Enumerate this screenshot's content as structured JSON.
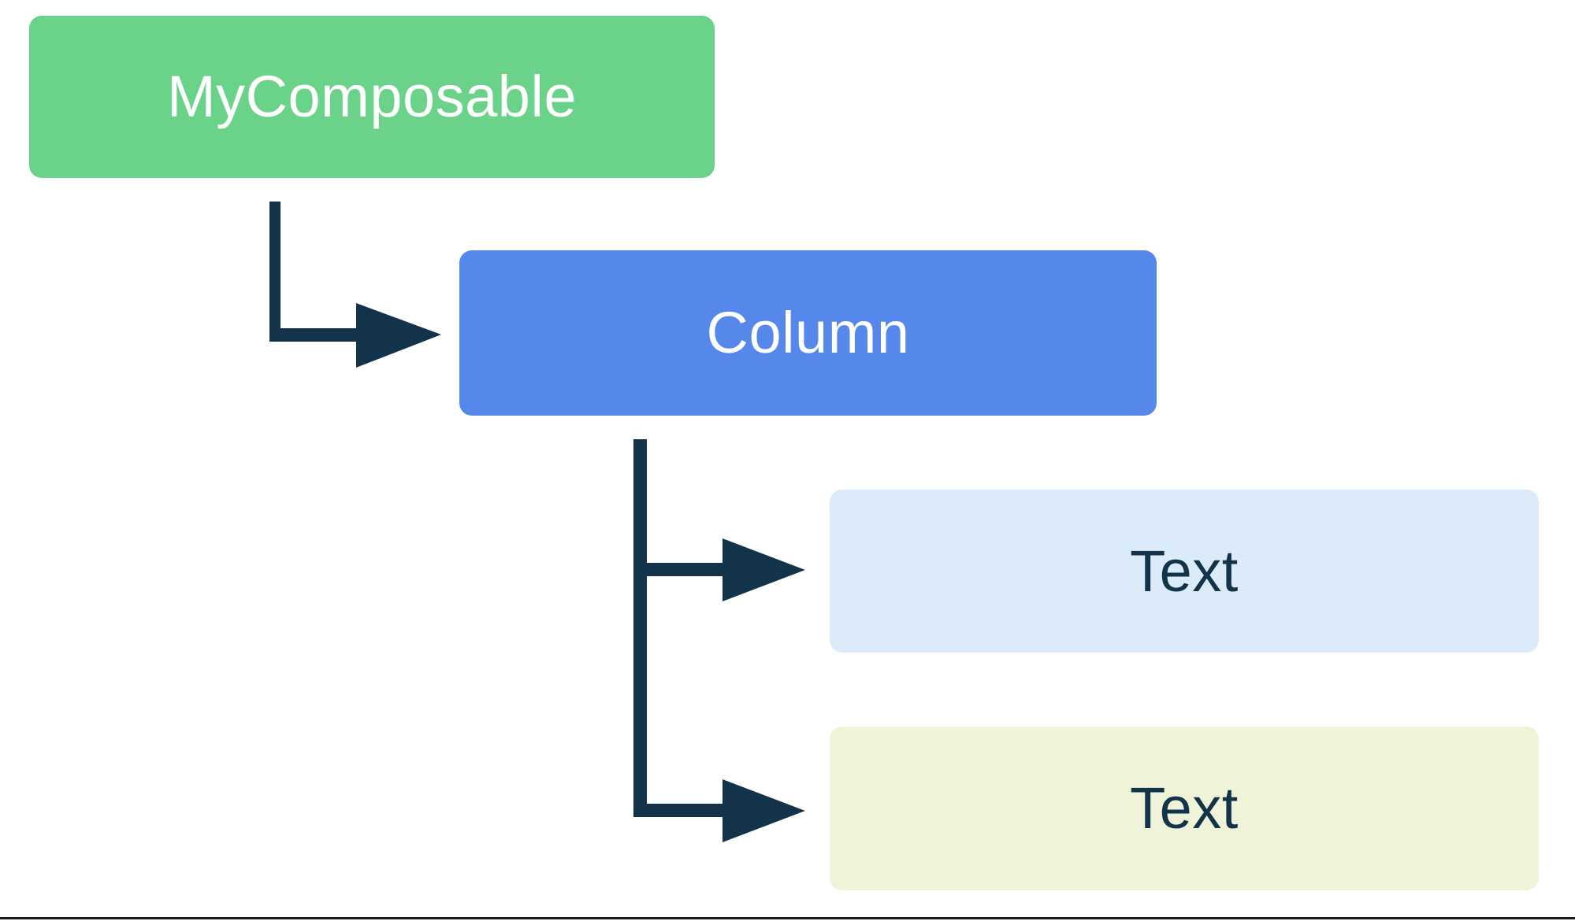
{
  "diagram": {
    "title": "Composable hierarchy tree",
    "background_color": "#ffffff",
    "connector_color": "#13334A",
    "bottom_rule_color": "#1b1b1b",
    "nodes": [
      {
        "id": "root",
        "label": "MyComposable",
        "fill": "#6BD389",
        "text_color": "#ffffff",
        "level": 0
      },
      {
        "id": "column",
        "label": "Column",
        "fill": "#5588EA",
        "text_color": "#ffffff",
        "level": 1
      },
      {
        "id": "text-1",
        "label": "Text",
        "fill": "#DCEBFA",
        "text_color": "#13334A",
        "level": 2
      },
      {
        "id": "text-2",
        "label": "Text",
        "fill": "#EFF3D7",
        "text_color": "#13334A",
        "level": 2
      }
    ],
    "edges": [
      {
        "id": "root-to-column",
        "from": "root",
        "to": "column",
        "style": "elbow-arrow"
      },
      {
        "id": "column-to-text-1",
        "from": "column",
        "to": "text-1",
        "style": "tee-arrow"
      },
      {
        "id": "column-to-text-2",
        "from": "column",
        "to": "text-2",
        "style": "elbow-arrow"
      }
    ]
  }
}
